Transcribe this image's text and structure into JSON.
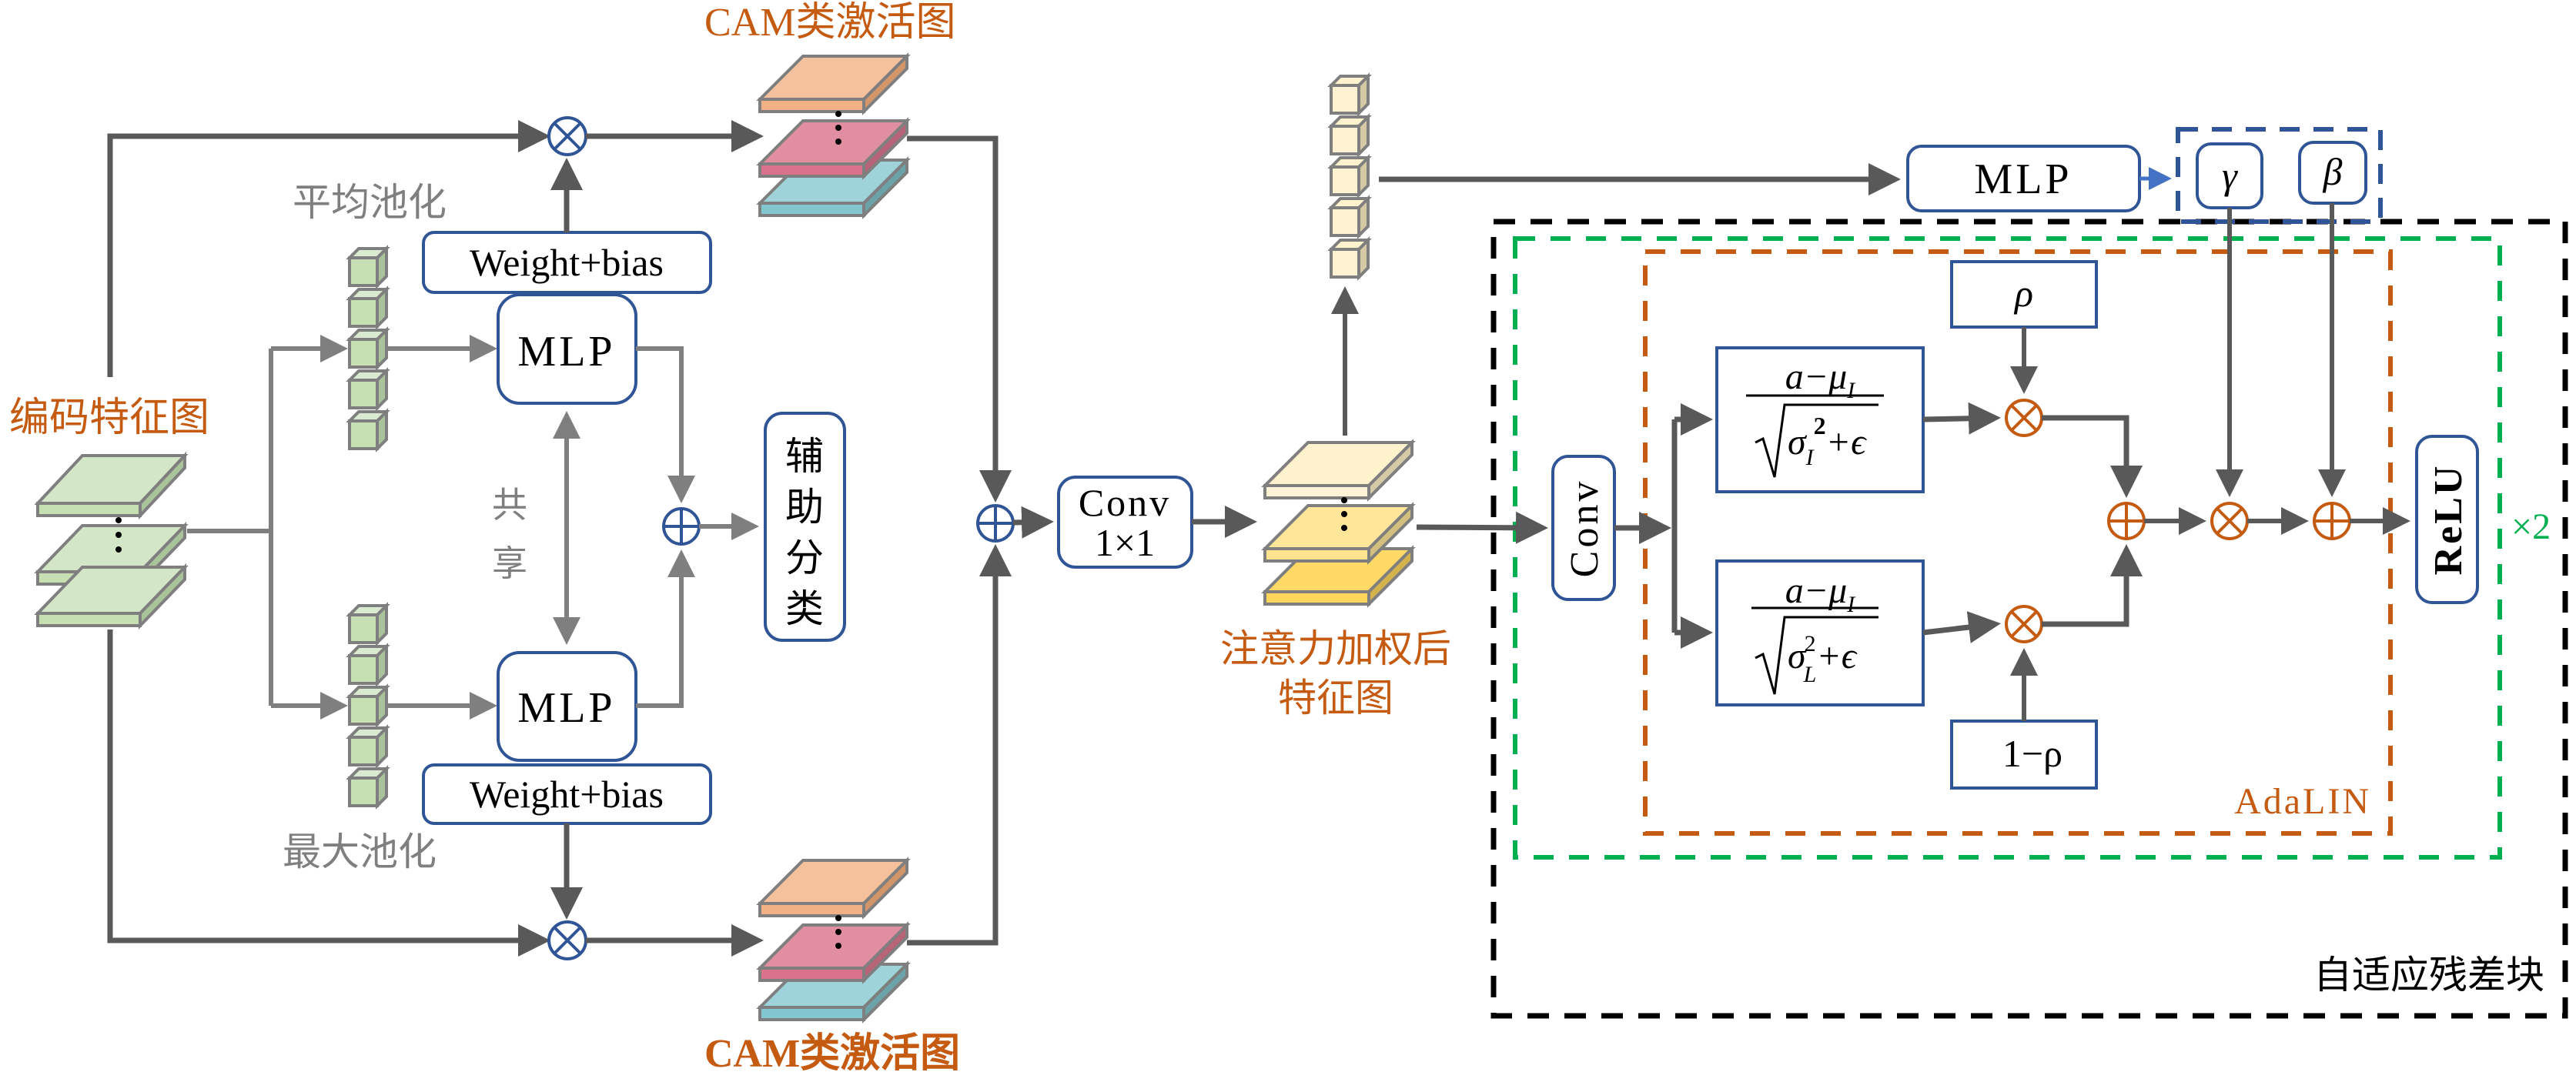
{
  "figure": {
    "title": "CAM attention + adaptive residual block architecture"
  },
  "labels": {
    "encoded_feature_map": "编码特征图",
    "avg_pooling": "平均池化",
    "max_pooling": "最大池化",
    "shared_char1": "共",
    "shared_char2": "享",
    "cam_top": "CAM类激活图",
    "cam_bottom": "CAM类激活图",
    "weighted_feature_line1": "注意力加权后",
    "weighted_feature_line2": "特征图",
    "adalin": "AdaLIN",
    "adaptive_residual_block": "自适应残差块",
    "repeat": "×2"
  },
  "boxes": {
    "weight_bias_top": "Weight+bias",
    "weight_bias_bottom": "Weight+bias",
    "mlp_top": "MLP",
    "mlp_bottom": "MLP",
    "aux_classifier": [
      "辅",
      "助",
      "分",
      "类"
    ],
    "conv1x1_line1": "Conv",
    "conv1x1_line2": "1×1",
    "mlp_right": "MLP",
    "gamma": "γ",
    "beta": "β",
    "conv": "Conv",
    "rho": "ρ",
    "one_minus_rho": "1−ρ",
    "relu": "ReLU"
  },
  "formulas": {
    "instance_norm": {
      "numerator": "a−μ",
      "numerator_sub": "I",
      "denominator": "σ",
      "denominator_sub": "I",
      "denominator_sup": "2",
      "denominator_tail": "+ϵ"
    },
    "layer_norm": {
      "numerator": "a−μ",
      "numerator_sub": "I",
      "denominator": "σ",
      "denominator_sub": "L",
      "denominator_sup": "2",
      "denominator_tail": "+ϵ"
    }
  },
  "operators": {
    "multiply": "⊗",
    "add": "⊕"
  },
  "colors": {
    "accent_orange": "#C55A11",
    "box_blue": "#2F5597",
    "wire_gray": "#595959",
    "dashed_green": "#00B050",
    "dashed_black": "#000000"
  }
}
